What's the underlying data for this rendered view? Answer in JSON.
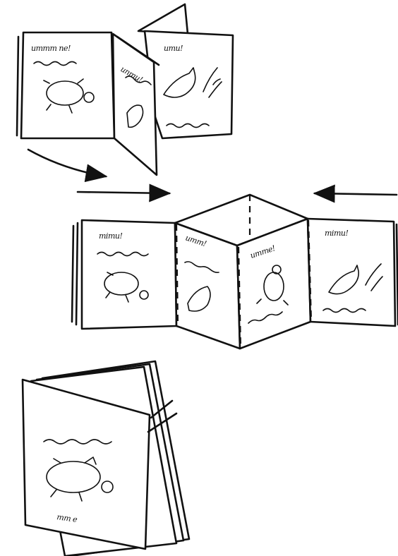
{
  "panels": [
    {
      "name": "step-1-folding"
    },
    {
      "name": "step-2-unfolded-strip"
    },
    {
      "name": "step-3-finished-book"
    }
  ]
}
